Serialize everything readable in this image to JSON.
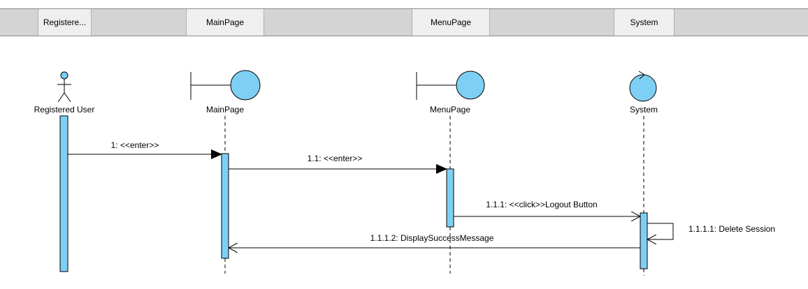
{
  "lanes": [
    {
      "label": "Registere..."
    },
    {
      "label": "MainPage"
    },
    {
      "label": "MenuPage"
    },
    {
      "label": "System"
    }
  ],
  "objects": [
    {
      "label": "Registered User",
      "type": "actor"
    },
    {
      "label": "MainPage",
      "type": "boundary"
    },
    {
      "label": "MenuPage",
      "type": "boundary"
    },
    {
      "label": "System",
      "type": "control"
    }
  ],
  "messages": [
    {
      "label": "1: <<enter>>"
    },
    {
      "label": "1.1: <<enter>>"
    },
    {
      "label": "1.1.1: <<click>>Logout Button"
    },
    {
      "label": "1.1.1.1: Delete Session"
    },
    {
      "label": "1.1.1.2: DisplaySuccessMessage"
    }
  ],
  "colors": {
    "fill": "#7ecff4",
    "stroke": "#000000",
    "header": "#d4d4d4",
    "header_cell": "#efefef"
  }
}
